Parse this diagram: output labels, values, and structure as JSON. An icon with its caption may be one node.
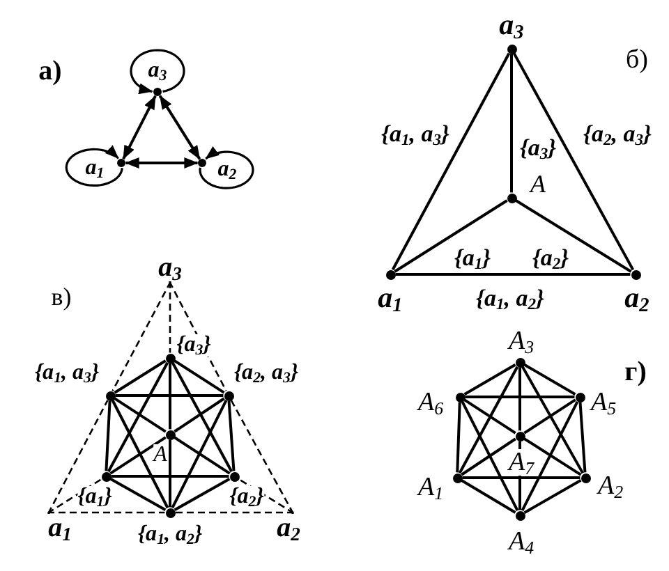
{
  "diagram": {
    "nodes": [
      {
        "text": [],
        "shape": "circle",
        "beside": [
          "a$_{3}$"
        ]
      },
      {
        "text": [],
        "shape": "circle",
        "beside": [
          "a$_{1}$"
        ]
      },
      {
        "text": [],
        "shape": "circle",
        "beside": [
          "a$_{2}$"
        ]
      },
      {
        "text": [],
        "shape": "circle",
        "beside": [
          "a$_{3}$"
        ]
      },
      {
        "text": [],
        "shape": "circle",
        "beside": [
          "A"
        ]
      },
      {
        "text": [],
        "shape": "circle",
        "beside": [
          "a$_{1}$"
        ]
      },
      {
        "text": [],
        "shape": "circle",
        "beside": [
          "a$_{2}$"
        ]
      },
      {
        "text": [
          "a$_{3}$"
        ]
      },
      {
        "text": [],
        "shape": "circle",
        "beside": [
          "{a$_{3}$}"
        ]
      },
      {
        "text": [],
        "shape": "circle",
        "beside": [
          "{a$_{1}$, a$_{3}$}"
        ]
      },
      {
        "text": [],
        "shape": "circle",
        "beside": [
          "{a$_{2}$, a$_{3}$}"
        ]
      },
      {
        "text": [],
        "shape": "circle",
        "beside": [
          "A"
        ]
      },
      {
        "text": [],
        "shape": "circle",
        "beside": [
          "{a$_{1}$}"
        ]
      },
      {
        "text": [],
        "shape": "circle",
        "beside": [
          "{a$_{2}$}"
        ]
      },
      {
        "text": [
          "a$_{1}$"
        ]
      },
      {
        "text": [],
        "shape": "circle",
        "beside": [
          "{a$_{1}$, a$_{2}$}"
        ]
      },
      {
        "text": [
          "a$_{2}$"
        ]
      },
      {
        "text": [],
        "shape": "circle",
        "beside": [
          "A$_{3}$"
        ]
      },
      {
        "text": [],
        "shape": "circle",
        "beside": [
          "A$_{6}$"
        ]
      },
      {
        "text": [],
        "shape": "circle",
        "beside": [
          "A$_{5}$"
        ]
      },
      {
        "text": [],
        "shape": "circle",
        "beside": [
          "A$_{7}$"
        ]
      },
      {
        "text": [],
        "shape": "circle",
        "beside": [
          "A$_{1}$"
        ]
      },
      {
        "text": [],
        "shape": "circle",
        "beside": [
          "A$_{2}$"
        ]
      },
      {
        "text": [],
        "shape": "circle",
        "beside": [
          "A$_{4}$"
        ]
      }
    ],
    "edges": [
      {
        "from": 0,
        "to": 0,
        "arrow": "to"
      },
      {
        "from": 1,
        "to": 1,
        "arrow": "to"
      },
      {
        "from": 2,
        "to": 2,
        "arrow": "to"
      },
      {
        "from": 0,
        "to": 1,
        "arrow": "both"
      },
      {
        "from": 0,
        "to": 2,
        "arrow": "both"
      },
      {
        "from": 1,
        "to": 2,
        "arrow": "both"
      },
      {
        "from": 3,
        "to": 4,
        "arrow": "none",
        "label": "{a$_{3}$}"
      },
      {
        "from": 3,
        "to": 5,
        "arrow": "none",
        "label": "{a$_{1}$, a$_{3}$}"
      },
      {
        "from": 3,
        "to": 6,
        "arrow": "none",
        "label": "{a$_{2}$, a$_{3}$}"
      },
      {
        "from": 4,
        "to": 5,
        "arrow": "none",
        "label": "{a$_{1}$}"
      },
      {
        "from": 4,
        "to": 6,
        "arrow": "none",
        "label": "{a$_{2}$}"
      },
      {
        "from": 5,
        "to": 6,
        "arrow": "none",
        "label": "{a$_{1}$, a$_{2}$}"
      },
      {
        "from": 7,
        "to": 8,
        "arrow": "none",
        "style": "dashed"
      },
      {
        "from": 7,
        "to": 9,
        "arrow": "none",
        "style": "dashed"
      },
      {
        "from": 7,
        "to": 10,
        "arrow": "none",
        "style": "dashed"
      },
      {
        "from": 14,
        "to": 9,
        "arrow": "none",
        "style": "dashed"
      },
      {
        "from": 14,
        "to": 12,
        "arrow": "none",
        "style": "dashed"
      },
      {
        "from": 14,
        "to": 15,
        "arrow": "none",
        "style": "dashed"
      },
      {
        "from": 16,
        "to": 10,
        "arrow": "none",
        "style": "dashed"
      },
      {
        "from": 16,
        "to": 13,
        "arrow": "none",
        "style": "dashed"
      },
      {
        "from": 16,
        "to": 15,
        "arrow": "none",
        "style": "dashed"
      },
      {
        "from": 8,
        "to": 9,
        "arrow": "none"
      },
      {
        "from": 8,
        "to": 10,
        "arrow": "none"
      },
      {
        "from": 9,
        "to": 12,
        "arrow": "none"
      },
      {
        "from": 10,
        "to": 13,
        "arrow": "none"
      },
      {
        "from": 12,
        "to": 15,
        "arrow": "none"
      },
      {
        "from": 13,
        "to": 15,
        "arrow": "none"
      },
      {
        "from": 8,
        "to": 12,
        "arrow": "none"
      },
      {
        "from": 8,
        "to": 13,
        "arrow": "none"
      },
      {
        "from": 9,
        "to": 10,
        "arrow": "none"
      },
      {
        "from": 9,
        "to": 15,
        "arrow": "none"
      },
      {
        "from": 10,
        "to": 15,
        "arrow": "none"
      },
      {
        "from": 12,
        "to": 13,
        "arrow": "none"
      },
      {
        "from": 11,
        "to": 8,
        "arrow": "none"
      },
      {
        "from": 11,
        "to": 9,
        "arrow": "none"
      },
      {
        "from": 11,
        "to": 10,
        "arrow": "none"
      },
      {
        "from": 11,
        "to": 12,
        "arrow": "none"
      },
      {
        "from": 11,
        "to": 13,
        "arrow": "none"
      },
      {
        "from": 11,
        "to": 15,
        "arrow": "none"
      },
      {
        "from": 17,
        "to": 18,
        "arrow": "none"
      },
      {
        "from": 17,
        "to": 19,
        "arrow": "none"
      },
      {
        "from": 18,
        "to": 21,
        "arrow": "none"
      },
      {
        "from": 19,
        "to": 22,
        "arrow": "none"
      },
      {
        "from": 21,
        "to": 23,
        "arrow": "none"
      },
      {
        "from": 22,
        "to": 23,
        "arrow": "none"
      },
      {
        "from": 17,
        "to": 21,
        "arrow": "none"
      },
      {
        "from": 17,
        "to": 22,
        "arrow": "none"
      },
      {
        "from": 18,
        "to": 19,
        "arrow": "none"
      },
      {
        "from": 18,
        "to": 23,
        "arrow": "none"
      },
      {
        "from": 19,
        "to": 23,
        "arrow": "none"
      },
      {
        "from": 21,
        "to": 22,
        "arrow": "none"
      },
      {
        "from": 20,
        "to": 17,
        "arrow": "none"
      },
      {
        "from": 20,
        "to": 18,
        "arrow": "none"
      },
      {
        "from": 20,
        "to": 19,
        "arrow": "none"
      },
      {
        "from": 20,
        "to": 21,
        "arrow": "none"
      },
      {
        "from": 20,
        "to": 22,
        "arrow": "none"
      },
      {
        "from": 20,
        "to": 23,
        "arrow": "none"
      }
    ],
    "labels": [
      "а)",
      "б)",
      "в)",
      "г)"
    ]
  }
}
